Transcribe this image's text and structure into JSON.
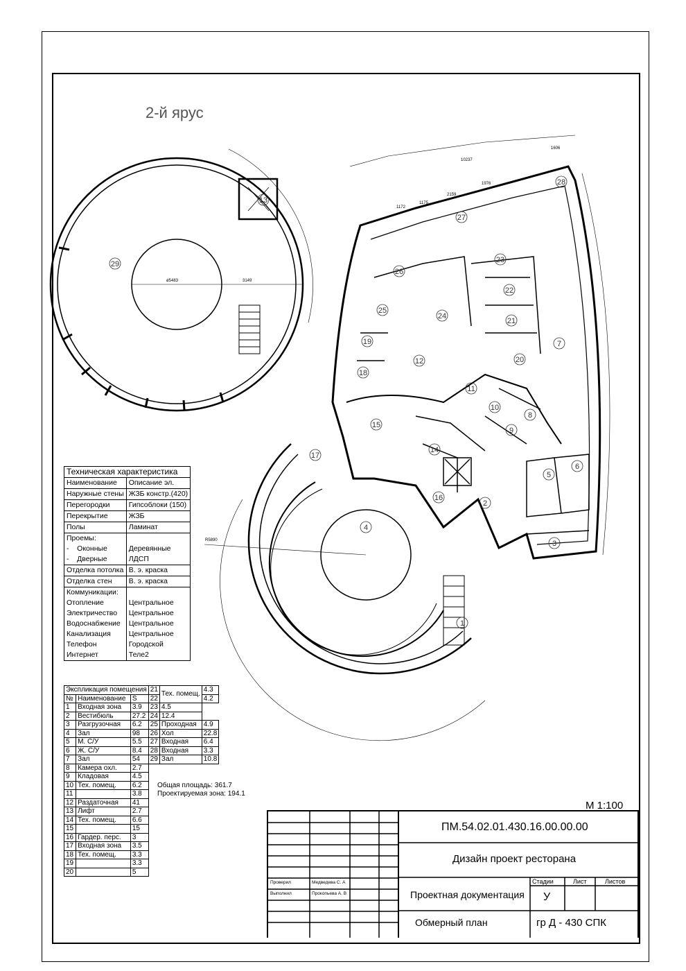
{
  "plan_title": "2-й ярус",
  "room_numbers": [
    "1",
    "2",
    "3",
    "4",
    "5",
    "6",
    "7",
    "8",
    "9",
    "10",
    "11",
    "12",
    "13",
    "14",
    "15",
    "16",
    "17",
    "18",
    "19",
    "20",
    "21",
    "22",
    "23",
    "24",
    "25",
    "26",
    "27",
    "28",
    "29"
  ],
  "dimensions": {
    "small_diameter": "ø5483",
    "small_radius": "3149",
    "big_radius": "R5890",
    "d1": "10237",
    "d2": "1606",
    "d3": "2159",
    "d4": "1976",
    "d5": "1172",
    "d6": "1175"
  },
  "tech": {
    "title": "Техническая характеристика",
    "rows": [
      {
        "k": "Наименование",
        "v": "Описание эл."
      },
      {
        "k": "Наружные стены",
        "v": "ЖЗБ констр.(420)"
      },
      {
        "k": "Перегородки",
        "v": "Гипсоблоки (150)"
      },
      {
        "k": "Перекрытие",
        "v": "ЖЗБ"
      },
      {
        "k": "Полы",
        "v": "Ламинат"
      }
    ],
    "openings": {
      "label": "Проемы:",
      "dash": "-",
      "windows": "Оконные",
      "doors": "Дверные",
      "windows_v": "Деревянные",
      "doors_v": "ЛДСП"
    },
    "rows2": [
      {
        "k": "Отделка потолка",
        "v": "В. э. краска"
      },
      {
        "k": "Отделка стен",
        "v": "В. э. краска"
      }
    ],
    "comm": {
      "label": "Коммуникации:",
      "items": [
        {
          "k": "Отопление",
          "v": "Центральное"
        },
        {
          "k": "Электричество",
          "v": "Центральное"
        },
        {
          "k": "Водоснабжение",
          "v": "Центральное"
        },
        {
          "k": "Канализация",
          "v": "Центральное"
        },
        {
          "k": "Телефон",
          "v": "Городской"
        },
        {
          "k": "Интернет",
          "v": "Теле2"
        }
      ]
    }
  },
  "expl": {
    "title": "Экспликация помещения",
    "h_no": "№",
    "h_name": "Наименование",
    "h_s": "S",
    "left": [
      [
        "1",
        "Входная зона",
        "3.9"
      ],
      [
        "2",
        "Вестибюль",
        "27.2"
      ],
      [
        "3",
        "Разгрузочная",
        "6.2"
      ],
      [
        "4",
        "Зал",
        "98"
      ],
      [
        "5",
        "М. С/У",
        "5.5"
      ],
      [
        "6",
        "Ж. С/У",
        "8.4"
      ],
      [
        "7",
        "Зал",
        "54"
      ],
      [
        "8",
        "Камера охл.",
        "2.7"
      ],
      [
        "9",
        "Кладовая",
        "4.5"
      ],
      [
        "10",
        "Тех. помещ.",
        "6.2"
      ],
      [
        "11",
        "",
        "3.8"
      ],
      [
        "12",
        "Раздаточная",
        "41"
      ],
      [
        "13",
        "Лифт",
        "2.7"
      ],
      [
        "14",
        "Тех. помещ.",
        "6.6"
      ],
      [
        "15",
        "",
        "15"
      ],
      [
        "16",
        "Гардер. перс.",
        "3"
      ],
      [
        "17",
        "Входная зона",
        "3.5"
      ],
      [
        "18",
        "Тех. помещ.",
        "3.3"
      ],
      [
        "19",
        "",
        "3.3"
      ],
      [
        "20",
        "",
        "5"
      ]
    ],
    "right": [
      [
        "21",
        "Тех. помещ.",
        "4.3"
      ],
      [
        "22",
        "",
        "4.2"
      ],
      [
        "23",
        "",
        "4.5"
      ],
      [
        "24",
        "",
        "12.4"
      ],
      [
        "25",
        "Проходная",
        "4.9"
      ],
      [
        "26",
        "Хол",
        "22.8"
      ],
      [
        "27",
        "Входная",
        "6.4"
      ],
      [
        "28",
        "Входная",
        "3.3"
      ],
      [
        "29",
        "Зал",
        "10.8"
      ]
    ],
    "total": "Общая площадь: 361.7",
    "project": "Проектируемая зона: 194.1"
  },
  "title_block": {
    "scale": "М 1:100",
    "code": "ПМ.54.02.01.430.16.00.00.00",
    "project": "Дизайн проект ресторана",
    "doc_type": "Проектная документация",
    "sheet_name": "Обмерный план",
    "stage_h": "Стадии",
    "sheet_h": "Лист",
    "sheets_h": "Листов",
    "stage": "У",
    "group": "гр Д - 430 СПК",
    "checked_label": "Проверил",
    "checked_name": "Медведева С. А",
    "done_label": "Выполнил",
    "done_name": "Прокопьева А. В"
  }
}
